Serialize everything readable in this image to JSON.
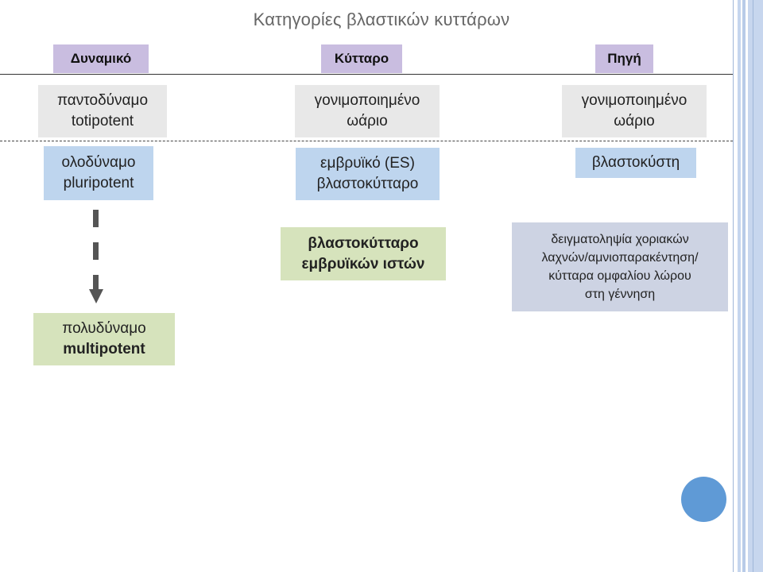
{
  "title": "Κατηγορίες βλαστικών κυττάρων",
  "headers": {
    "col1": "Δυναμικό",
    "col2": "Κύτταρο",
    "col3": "Πηγή"
  },
  "col1": {
    "row1": {
      "line1": "παντοδύναμο",
      "line2": "totipotent"
    },
    "row2": {
      "line1": "ολοδύναμο",
      "line2": "pluripotent"
    },
    "row3": {
      "line1": "πολυδύναμο",
      "line2": "multipotent"
    }
  },
  "col2": {
    "row1": {
      "line1": "γονιμοποιημένο",
      "line2": "ωάριο"
    },
    "row2": {
      "line1": "εμβρυϊκό (ES)",
      "line2": "βλαστοκύτταρο"
    },
    "row3": {
      "line1": "βλαστοκύτταρο",
      "line2": "εμβρυϊκών ιστών"
    }
  },
  "col3": {
    "row1": {
      "line1": "γονιμοποιημένο",
      "line2": "ωάριο"
    },
    "row2": {
      "line1": "βλαστοκύστη"
    },
    "row3": {
      "line1": "δειγματοληψία χοριακών",
      "line2": "λαχνών/αμνιοπαρακέντηση/",
      "line3": "κύτταρα ομφαλίου λώρου",
      "line4": "στη γέννηση"
    }
  },
  "colors": {
    "header": "#c9bde0",
    "grey_box": "#e8e8e8",
    "blue_box": "#bed5ee",
    "green_box": "#d6e3bc",
    "lavender_box": "#cdd3e3",
    "arrow": "#555555",
    "circle": "#5f9ad6"
  }
}
